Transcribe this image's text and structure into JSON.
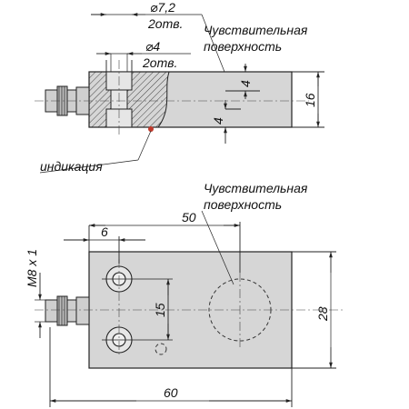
{
  "labels": {
    "sensing_surface_top": [
      "Чувствительная",
      "поверхность"
    ],
    "sensing_surface_bottom": [
      "Чувствительная",
      "поверхность"
    ],
    "indication": "индикация",
    "hole_large_dia": "⌀7,2",
    "hole_large_count": "2отв.",
    "hole_small_dia": "⌀4",
    "hole_small_count": "2отв."
  },
  "dimensions": {
    "top_right_inner_4": "4",
    "top_bottom_inner_4": "4",
    "height_16": "16",
    "hole_offset_6": "6",
    "sensing_offset_50": "50",
    "thread_m8": "M8 x 1",
    "hole_spacing_15": "15",
    "width_28": "28",
    "length_60": "60"
  },
  "colors": {
    "body_fill": "#d6d6d6",
    "hatch": "#444444",
    "indicator_led": "#c0392b"
  }
}
